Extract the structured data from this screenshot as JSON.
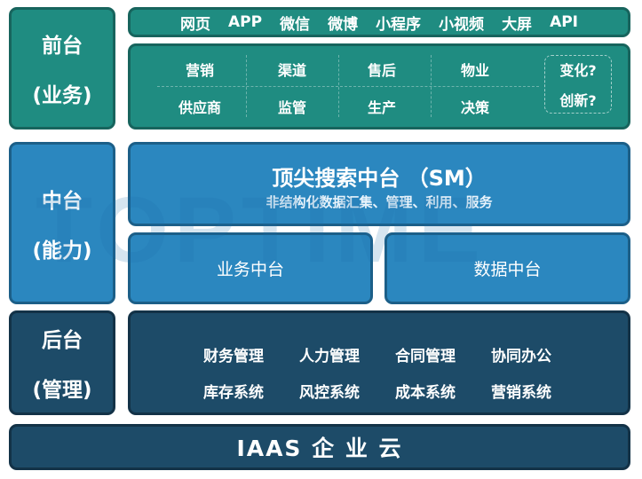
{
  "front": {
    "label_line1": "前台",
    "label_line2": "(业务)",
    "channels": [
      "网页",
      "APP",
      "微信",
      "微博",
      "小程序",
      "小视频",
      "大屏",
      "API"
    ],
    "business_row1": [
      "营销",
      "渠道",
      "售后",
      "物业"
    ],
    "business_row2": [
      "供应商",
      "监管",
      "生产",
      "决策"
    ],
    "change_line1": "变化?",
    "change_line2": "创新?"
  },
  "middle": {
    "label_line1": "中台",
    "label_line2": "(能力)",
    "sm_title": "顶尖搜索中台 （SM）",
    "sm_subtitle": "非结构化数据汇集、管理、利用、服务",
    "business_platform": "业务中台",
    "data_platform": "数据中台"
  },
  "back": {
    "label_line1": "后台",
    "label_line2": "(管理)",
    "systems_row1": [
      "财务管理",
      "人力管理",
      "合同管理",
      "协同办公"
    ],
    "systems_row2": [
      "库存系统",
      "风控系统",
      "成本系统",
      "营销系统"
    ]
  },
  "iaas": {
    "label": "IAAS 企 业 云"
  },
  "watermark": "TOPTIME",
  "colors": {
    "teal": "#1f8c81",
    "blue": "#2b87bf",
    "navy": "#1d4b68"
  }
}
